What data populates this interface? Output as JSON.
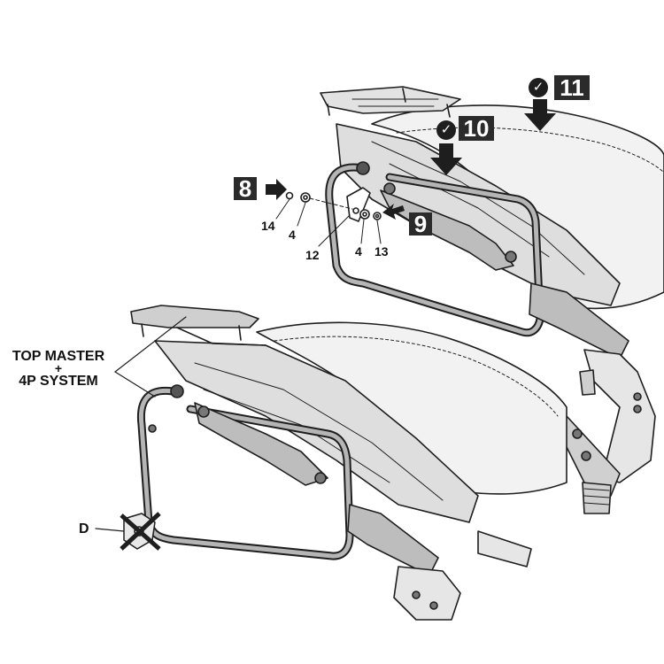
{
  "steps": {
    "s8": "8",
    "s9": "9",
    "s10": "10",
    "s11": "11"
  },
  "check_symbol": "✓",
  "part_callouts": {
    "p14": "14",
    "p4a": "4",
    "p12": "12",
    "p4b": "4",
    "p13": "13"
  },
  "system_label": {
    "line1": "TOP MASTER",
    "line2": "+",
    "line3": "4P SYSTEM"
  },
  "detail_label": "D",
  "icons": [
    "check-icon",
    "push-arrow-icon",
    "crossed-out-part-icon"
  ],
  "colors": {
    "ink": "#1e1e1e",
    "steel": "#a9a9a9",
    "shade": "#cfcfcf",
    "seat": "#efefef"
  }
}
